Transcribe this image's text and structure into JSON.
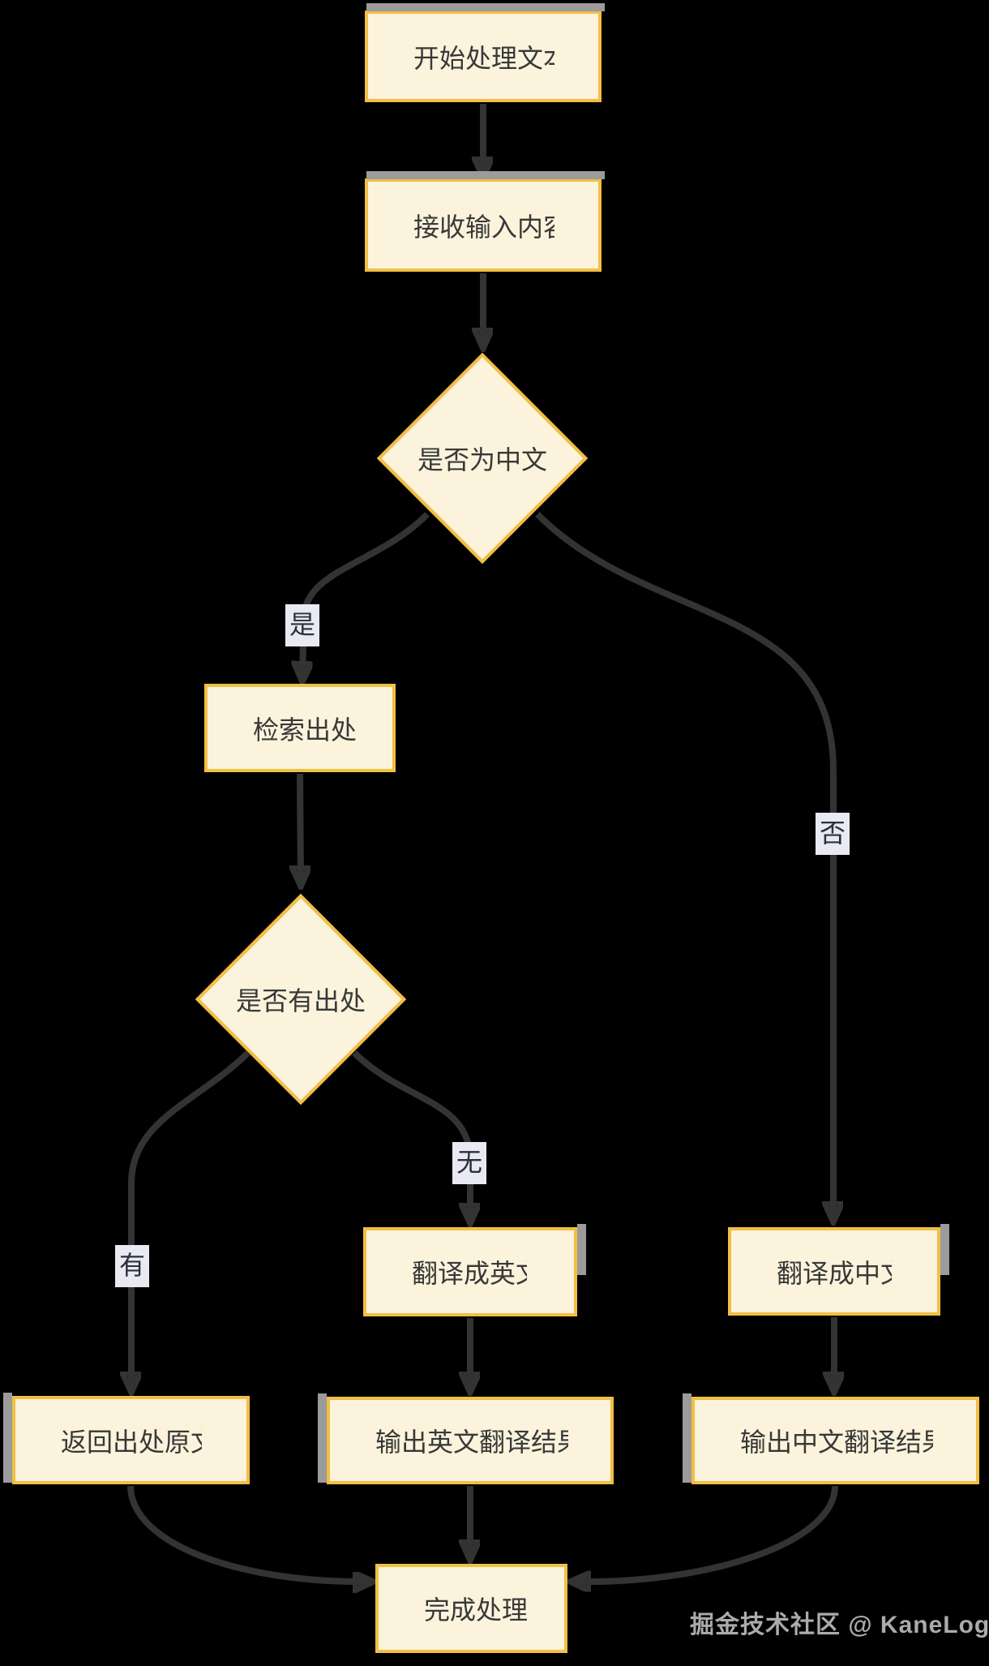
{
  "diagram": {
    "type": "flowchart",
    "colors": {
      "bg": "#000000",
      "node_fill": "#FBF3DC",
      "node_border": "#F2BE45",
      "edge_color": "#333333",
      "text_color": "#383838",
      "label_bg": "#E8E9F3",
      "shadow_color": "#9B9B9B",
      "watermark_color": "#ABABAB"
    },
    "nodes": {
      "start": {
        "label": "开始处理文本",
        "shape": "rect"
      },
      "receive": {
        "label": "接收输入内容",
        "shape": "rect"
      },
      "is_chinese": {
        "label": "是否为中文",
        "shape": "diamond"
      },
      "search_source": {
        "label": "检索出处",
        "shape": "rect"
      },
      "has_source": {
        "label": "是否有出处",
        "shape": "diamond"
      },
      "translate_en": {
        "label": "翻译成英文",
        "shape": "rect"
      },
      "translate_zh": {
        "label": "翻译成中文",
        "shape": "rect"
      },
      "return_source": {
        "label": "返回出处原文",
        "shape": "rect"
      },
      "output_en": {
        "label": "输出英文翻译结果",
        "shape": "rect"
      },
      "output_zh": {
        "label": "输出中文翻译结果",
        "shape": "rect"
      },
      "done": {
        "label": "完成处理",
        "shape": "rect"
      }
    },
    "edge_labels": {
      "yes": "是",
      "no": "否",
      "has": "有",
      "none": "无"
    },
    "watermark": "掘金技术社区 @ KaneLogger"
  }
}
